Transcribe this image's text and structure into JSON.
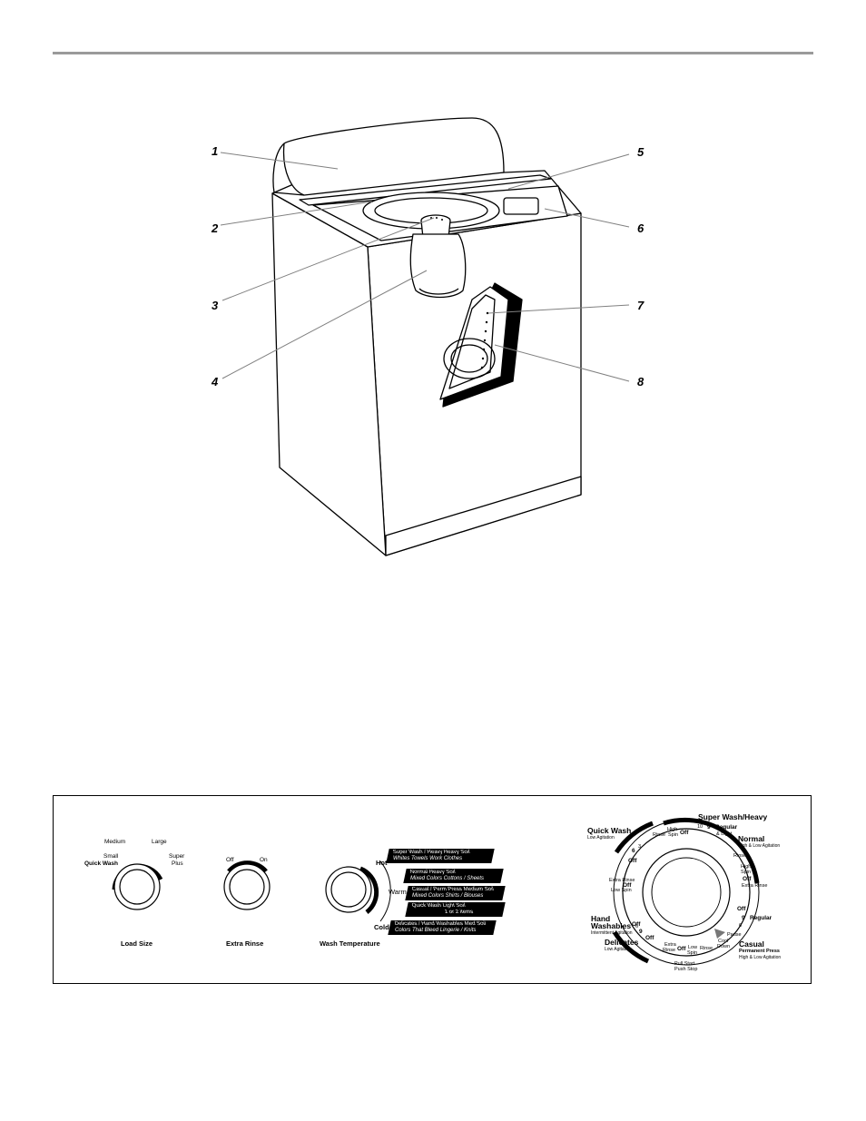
{
  "page": {
    "rule_color": "#9a9a9a"
  },
  "figure": {
    "callouts": [
      "1",
      "2",
      "3",
      "4",
      "5",
      "6",
      "7",
      "8"
    ]
  },
  "control_panel": {
    "load_size": {
      "title": "Load Size",
      "settings": [
        "Small",
        "Quick Wash",
        "Medium",
        "Large",
        "Super",
        "Plus"
      ]
    },
    "extra_rinse": {
      "title": "Extra Rinse",
      "settings": [
        "Off",
        "On"
      ]
    },
    "wash_temperature": {
      "title": "Wash Temperature",
      "settings": [
        "Hot",
        "Warm",
        "Cold"
      ],
      "cycle_guide": [
        {
          "name": "Super Wash / Heavy",
          "soil": "Heavy Soil",
          "items": "Whites  Towels  Work Clothes"
        },
        {
          "name": "Normal",
          "soil": "Heavy Soil",
          "items": "Mixed Colors  Cottons / Sheets"
        },
        {
          "name": "Casual / Perm Press",
          "soil": "Medium Soil",
          "items": "Mixed Colors  Shirts / Blouses"
        },
        {
          "name": "Quick Wash",
          "soil": "Light Soil",
          "items": "1 or 2 items"
        },
        {
          "name": "Delicates / Hand Washables",
          "soil": "Med Soil",
          "items": "Colors That Bleed  Lingerie / Knits"
        }
      ]
    },
    "cycle_dial": {
      "cycles": {
        "super_wash": "Super Wash/Heavy",
        "normal": "Normal",
        "normal_sub": "High & Low Agitation",
        "quick_wash": "Quick Wash",
        "quick_wash_sub": "Low Agitation",
        "hand_washables_1": "Hand",
        "hand_washables_2": "Washables",
        "hand_washables_sub": "Intermittent Agitation",
        "delicates": "Delicates",
        "delicates_sub": "Low Agitation",
        "casual": "Casual",
        "permanent_press": "Permanent Press",
        "casual_sub": "High & Low Agitation"
      },
      "marks": {
        "super_10": "10",
        "super_9": "9",
        "regular": "Regular",
        "light": "& Light",
        "off_top": "Off",
        "rinse_top": "Rinse",
        "high_spin_top_1": "High",
        "high_spin_top_2": "Spin",
        "qw_6": "6",
        "qw_3": "3",
        "qw_off": "Off",
        "extra_rinse_1": "Extra Rinse",
        "extra_rinse_off": "Off",
        "low_spin_left": "Low Spin",
        "hw_off": "Off",
        "del_9": "9",
        "del_6": "6",
        "del_off": "Off",
        "extra_rinse_b1": "Extra",
        "extra_rinse_b2": "Rinse",
        "bottom_off": "Off",
        "low_spin_b1": "Low",
        "low_spin_b2": "Spin",
        "rinse_bottom": "Rinse",
        "pause": "Pause",
        "cool_down_1": "Cool",
        "cool_down_2": "Down",
        "casual_off": "Off",
        "casual_9": "9",
        "casual_regular": "Regular",
        "casual_6": "6",
        "rinse_right": "Rinse",
        "high_spin_r1": "High",
        "high_spin_r2": "Spin",
        "normal_off": "Off",
        "extra_rinse_right": "Extra Rinse",
        "pull_start": "Pull Start",
        "push_stop": "Push Stop"
      }
    }
  }
}
